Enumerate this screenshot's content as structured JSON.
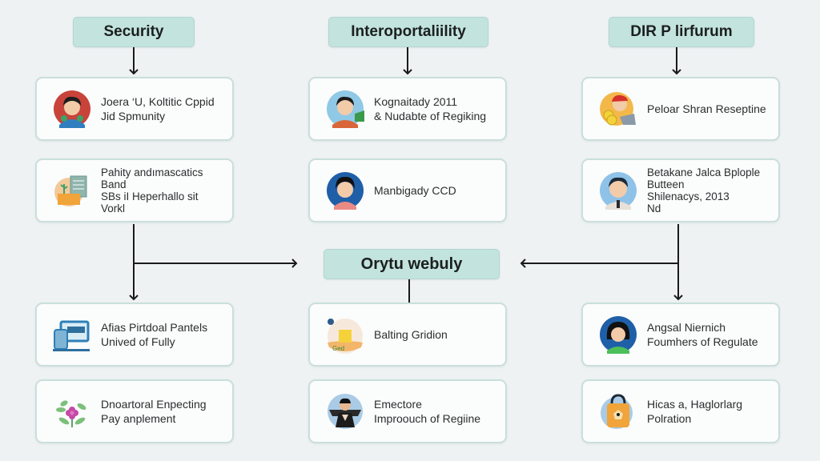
{
  "headers": {
    "security": "Security",
    "interoperability": "Interoportaliility",
    "third": "DIR P lirfurum",
    "center": "Orytu webuly"
  },
  "columns": {
    "left": {
      "top_cards": [
        {
          "icon": "person-avatar-icon",
          "lines": [
            "Joera ‘U, Koltitic Cppid",
            "Jid Spmunity"
          ]
        },
        {
          "icon": "documents-money-icon",
          "lines": [
            "Pahity andımascatics",
            "Band",
            "SBs iI Heperhallo sit",
            "Vorkl"
          ]
        }
      ],
      "bottom_cards": [
        {
          "icon": "computer-devices-icon",
          "lines": [
            "Afias Pirtdoal Pantels",
            "Unived of Fully"
          ]
        },
        {
          "icon": "flower-plant-icon",
          "lines": [
            "Dnoartoral Enpecting",
            "Pay anplement"
          ]
        }
      ]
    },
    "middle": {
      "top_cards": [
        {
          "icon": "person-avatar-icon",
          "lines": [
            "Kognaitady 2011",
            "& Nudabte of Regiking"
          ]
        },
        {
          "icon": "woman-avatar-icon",
          "lines": [
            "Manbigady CCD"
          ]
        }
      ],
      "bottom_cards": [
        {
          "icon": "food-drink-icon",
          "lines": [
            "Balting Gridion"
          ]
        },
        {
          "icon": "officer-avatar-icon",
          "lines": [
            "Emectore",
            "Improouch of Regiine"
          ]
        }
      ]
    },
    "right": {
      "top_cards": [
        {
          "icon": "worker-coins-icon",
          "lines": [
            "Peloar Shran Reseptine"
          ]
        },
        {
          "icon": "man-avatar-icon",
          "lines": [
            "Betakane Jalca Bplople",
            "Butteen",
            "Shilenacys, 2013",
            "Nd"
          ]
        }
      ],
      "bottom_cards": [
        {
          "icon": "woman-avatar-icon",
          "lines": [
            "Angsal Niernich",
            "Foumhers of Regulate"
          ]
        },
        {
          "icon": "lock-bag-icon",
          "lines": [
            "Hicas a, Haglorlarg",
            "Polration"
          ]
        }
      ]
    }
  },
  "colors": {
    "header_fill": "#c3e3de",
    "card_border": "#c9dfda",
    "background": "#eef2f3",
    "arrow": "#1a1a1a"
  }
}
